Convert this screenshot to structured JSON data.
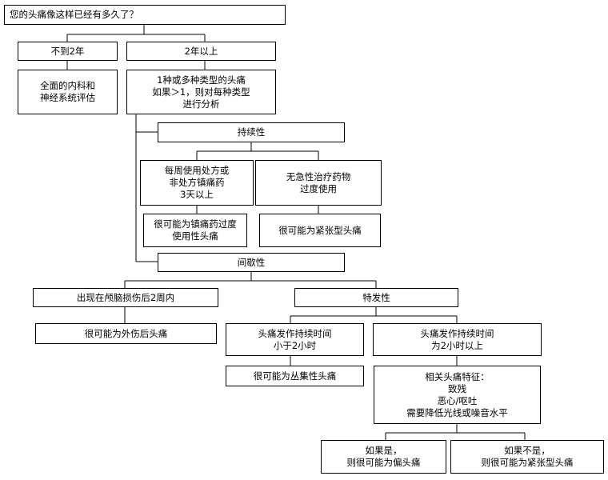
{
  "nodes": {
    "q_duration": {
      "lines": [
        "您的头痛像这样已经有多久了？"
      ]
    },
    "lt2y": {
      "lines": [
        "不到2年"
      ]
    },
    "eval": {
      "lines": [
        "全面的内科和",
        "神经系统评估"
      ]
    },
    "gt2y": {
      "lines": [
        "2年以上"
      ]
    },
    "types": {
      "lines": [
        "1种或多种类型的头痛",
        "如果＞1，则对每种类型",
        "进行分析"
      ]
    },
    "persistent": {
      "lines": [
        "持续性"
      ]
    },
    "weekly_meds": {
      "lines": [
        "每周使用处方或",
        "非处方镇痛药",
        "3天以上"
      ]
    },
    "no_overuse": {
      "lines": [
        "无急性治疗药物",
        "过度使用"
      ]
    },
    "moh": {
      "lines": [
        "很可能为镇痛药过度",
        "使用性头痛"
      ]
    },
    "tth1": {
      "lines": [
        "很可能为紧张型头痛"
      ]
    },
    "intermittent": {
      "lines": [
        "间歇性"
      ]
    },
    "post_trauma": {
      "lines": [
        "出现在颅脑损伤后2周内"
      ]
    },
    "pth": {
      "lines": [
        "很可能为外伤后头痛"
      ]
    },
    "idiopathic": {
      "lines": [
        "特发性"
      ]
    },
    "lt2h": {
      "lines": [
        "头痛发作持续时间",
        "小于2小时"
      ]
    },
    "gt2h": {
      "lines": [
        "头痛发作持续时间",
        "为2小时以上"
      ]
    },
    "cluster": {
      "lines": [
        "很可能为丛集性头痛"
      ]
    },
    "features": {
      "lines": [
        "相关头痛特征：",
        "致残",
        "恶心/呕吐",
        "需要降低光线或噪音水平"
      ]
    },
    "if_yes": {
      "lines": [
        "如果是，",
        "则很可能为偏头痛"
      ]
    },
    "if_no": {
      "lines": [
        "如果不是，",
        "则很可能为紧张型头痛"
      ]
    }
  }
}
